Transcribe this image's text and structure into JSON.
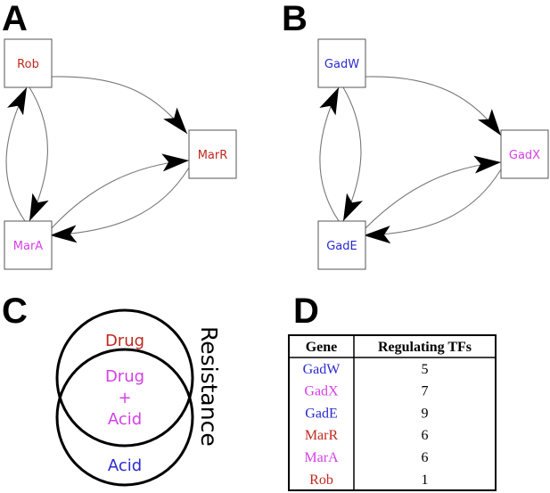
{
  "colors": {
    "blue": "#2a2ad0",
    "magenta": "#d440e6",
    "red": "#c0281e"
  },
  "panels": {
    "a": {
      "letter": "A",
      "nodes": {
        "rob": "Rob",
        "marr": "MarR",
        "mara": "MarA"
      }
    },
    "b": {
      "letter": "B",
      "nodes": {
        "gadw": "GadW",
        "gadx": "GadX",
        "gade": "GadE"
      }
    },
    "c": {
      "letter": "C",
      "top": "Drug",
      "middle": [
        "Drug",
        "+",
        "Acid"
      ],
      "bottom": "Acid",
      "side_label": "Resistance"
    },
    "d": {
      "letter": "D",
      "headers": [
        "Gene",
        "Regulating TFs"
      ],
      "rows": [
        {
          "gene": "GadW",
          "tfs": "5",
          "color": "#2a2ad0"
        },
        {
          "gene": "GadX",
          "tfs": "7",
          "color": "#d440e6"
        },
        {
          "gene": "GadE",
          "tfs": "9",
          "color": "#2a2ad0"
        },
        {
          "gene": "MarR",
          "tfs": "6",
          "color": "#c0281e"
        },
        {
          "gene": "MarA",
          "tfs": "6",
          "color": "#d440e6"
        },
        {
          "gene": "Rob",
          "tfs": "1",
          "color": "#c0281e"
        }
      ]
    }
  }
}
